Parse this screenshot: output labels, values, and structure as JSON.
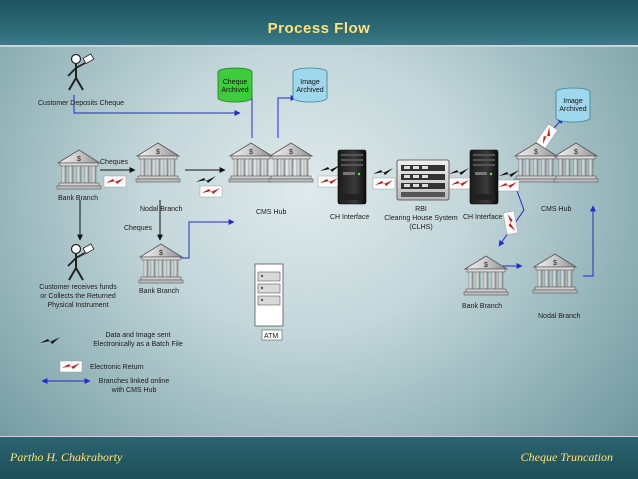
{
  "title": "Process Flow",
  "footer": {
    "author": "Partho  H. Chakraborty",
    "topic": "Cheque Truncation"
  },
  "labels": {
    "customer_deposits": "Customer Deposits Cheque",
    "bank_branch_left": "Bank Branch",
    "cheques_top": "Cheques",
    "nodal_branch_left": "Nodal Branch",
    "cheques_mid": "Cheques",
    "bank_branch_mid": "Bank Branch",
    "customer_receives": [
      "Customer receives funds",
      "or Collects the Returned",
      "Physical Instrument"
    ],
    "cms_hub_left": "CMS Hub",
    "cheque_archived": [
      "Cheque",
      "Archived"
    ],
    "image_archived_left": [
      "Image",
      "Archived"
    ],
    "image_archived_right": [
      "Image",
      "Archived"
    ],
    "ch_interface_left": "CH Interface",
    "rbi": [
      "RBI",
      "Clearing House System",
      "(CLHS)"
    ],
    "ch_interface_right": "CH Interface",
    "cms_hub_right": "CMS Hub",
    "bank_branch_right": "Bank Branch",
    "nodal_branch_right": "Nodal Branch",
    "atm": "ATM"
  },
  "legend": {
    "data_image": [
      "Data and Image sent",
      "Electronically as a Batch File"
    ],
    "electronic_return": "Electronic Return",
    "branches_linked": [
      "Branches linked online",
      "with CMS Hub"
    ]
  },
  "colors": {
    "accent_title": "#ffe27a",
    "cheque_archived_fill": "#3dcc3d",
    "image_archived_fill": "#9fd8ec",
    "link_arrow": "#1f2ad0",
    "electronic_return": "#cc1111"
  }
}
